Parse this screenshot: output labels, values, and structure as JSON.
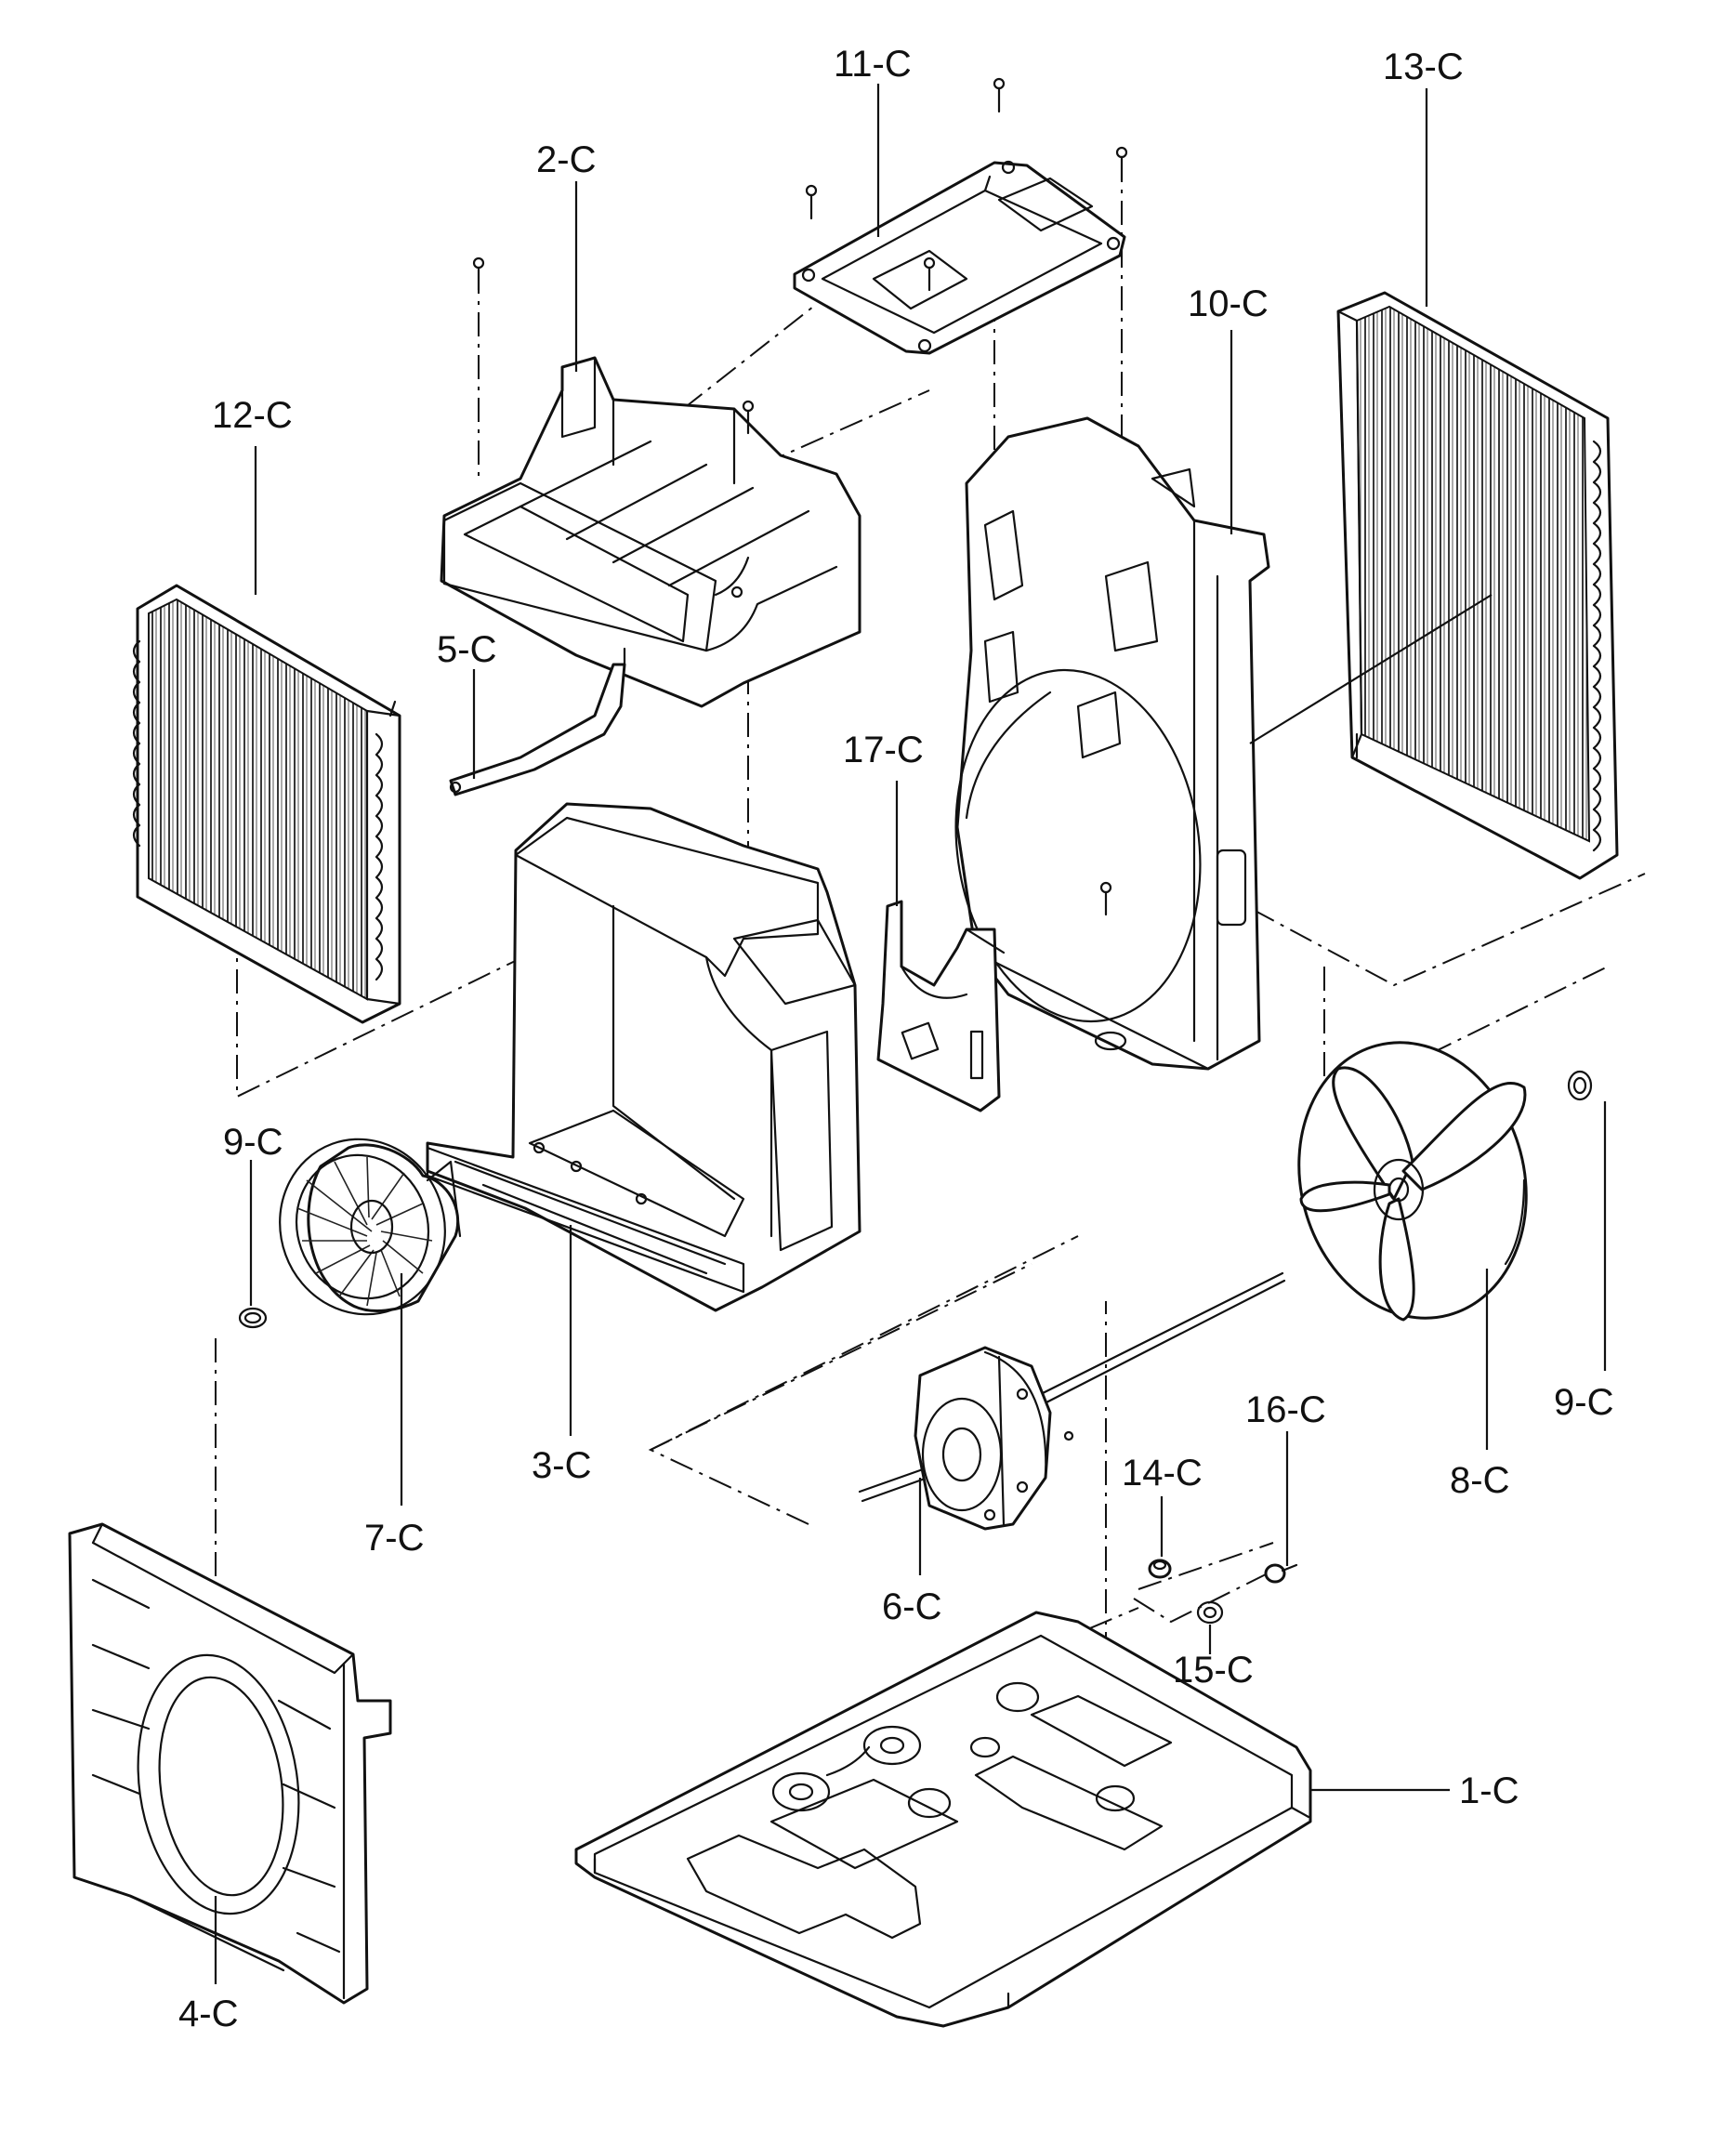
{
  "parts": [
    {
      "id": "p1",
      "label": "1-C",
      "name": "base-pan"
    },
    {
      "id": "p2",
      "label": "2-C",
      "name": "air-guide-upper"
    },
    {
      "id": "p3",
      "label": "3-C",
      "name": "indoor-air-guide"
    },
    {
      "id": "p4",
      "label": "4-C",
      "name": "orifice-panel"
    },
    {
      "id": "p5",
      "label": "5-C",
      "name": "support-bracket"
    },
    {
      "id": "p6",
      "label": "6-C",
      "name": "fan-motor"
    },
    {
      "id": "p7",
      "label": "7-C",
      "name": "blower-wheel"
    },
    {
      "id": "p8",
      "label": "8-C",
      "name": "propeller-fan"
    },
    {
      "id": "p9a",
      "label": "9-C",
      "name": "clamp-left"
    },
    {
      "id": "p9b",
      "label": "9-C",
      "name": "clamp-right"
    },
    {
      "id": "p10",
      "label": "10-C",
      "name": "fan-shroud"
    },
    {
      "id": "p11",
      "label": "11-C",
      "name": "top-cover-plate"
    },
    {
      "id": "p12",
      "label": "12-C",
      "name": "evaporator-coil"
    },
    {
      "id": "p13",
      "label": "13-C",
      "name": "condenser-coil"
    },
    {
      "id": "p14",
      "label": "14-C",
      "name": "nut"
    },
    {
      "id": "p15",
      "label": "15-C",
      "name": "washer"
    },
    {
      "id": "p16",
      "label": "16-C",
      "name": "bolt"
    },
    {
      "id": "p17",
      "label": "17-C",
      "name": "motor-mount"
    }
  ]
}
